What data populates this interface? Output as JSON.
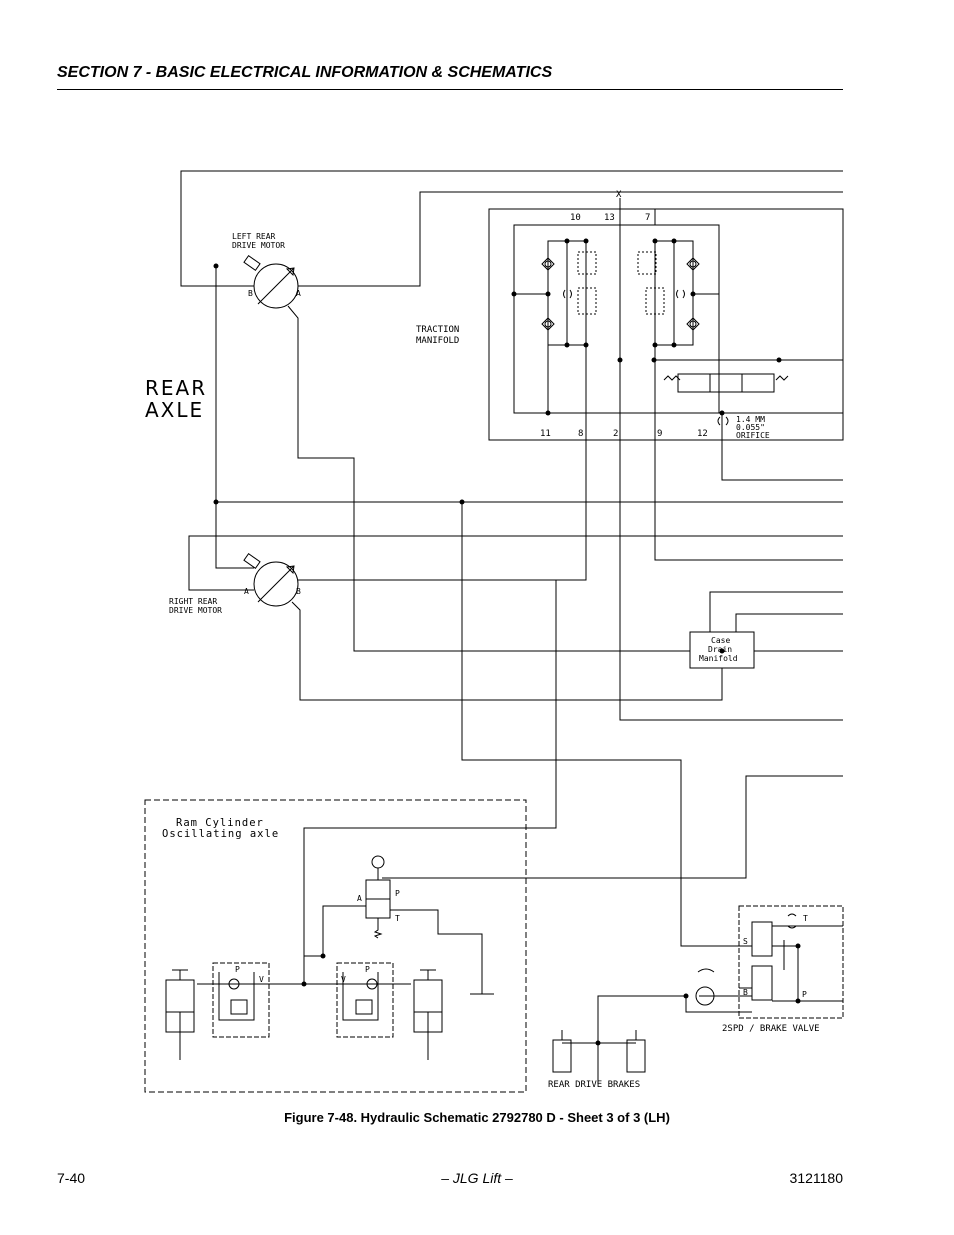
{
  "header": {
    "section_title": "SECTION 7 - BASIC ELECTRICAL INFORMATION & SCHEMATICS"
  },
  "schematic": {
    "rear_axle": [
      "REAR",
      "AXLE"
    ],
    "left_motor": {
      "label": [
        "LEFT REAR",
        "DRIVE MOTOR"
      ],
      "port_b": "B",
      "port_a": "A"
    },
    "right_motor": {
      "label": [
        "RIGHT REAR",
        "DRIVE MOTOR"
      ],
      "port_a": "A",
      "port_b": "B"
    },
    "traction_manifold": {
      "label": [
        "TRACTION",
        "MANIFOLD"
      ],
      "top_ports": [
        "10",
        "13",
        "7"
      ],
      "bottom_ports": [
        "11",
        "8",
        "2",
        "9",
        "12"
      ],
      "x_label": "X",
      "orifice": [
        "1.4 MM",
        "0.055\"",
        "ORIFICE"
      ]
    },
    "case_drain": [
      "Case",
      "Drain",
      "Manifold"
    ],
    "ram_cylinder": {
      "label": [
        "Ram Cylinder",
        "Oscillating axle"
      ],
      "valve_ports": {
        "a": "A",
        "p": "P",
        "t": "T"
      },
      "check_ports": {
        "p": "P",
        "v": "V"
      }
    },
    "brake_valve": {
      "label": "2SPD / BRAKE VALVE",
      "s": "S",
      "b": "B",
      "t": "T",
      "p": "P"
    },
    "rear_drive_brakes": "REAR DRIVE BRAKES"
  },
  "caption": "Figure 7-48.  Hydraulic Schematic 2792780 D - Sheet 3 of 3 (LH)",
  "footer": {
    "page": "7-40",
    "publisher": "– JLG Lift –",
    "doc_number": "3121180"
  }
}
